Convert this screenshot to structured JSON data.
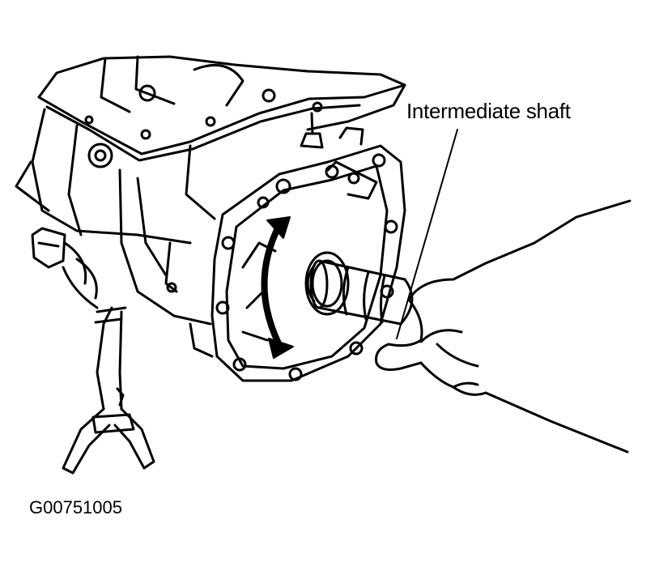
{
  "diagram": {
    "callout_label": "Intermediate shaft",
    "figure_id": "G00751005",
    "icons": [
      "transmission-case-drawing",
      "rotation-arrow-icon",
      "hand-drawing"
    ],
    "colors": {
      "ink": "#000000",
      "paper": "#ffffff"
    }
  }
}
